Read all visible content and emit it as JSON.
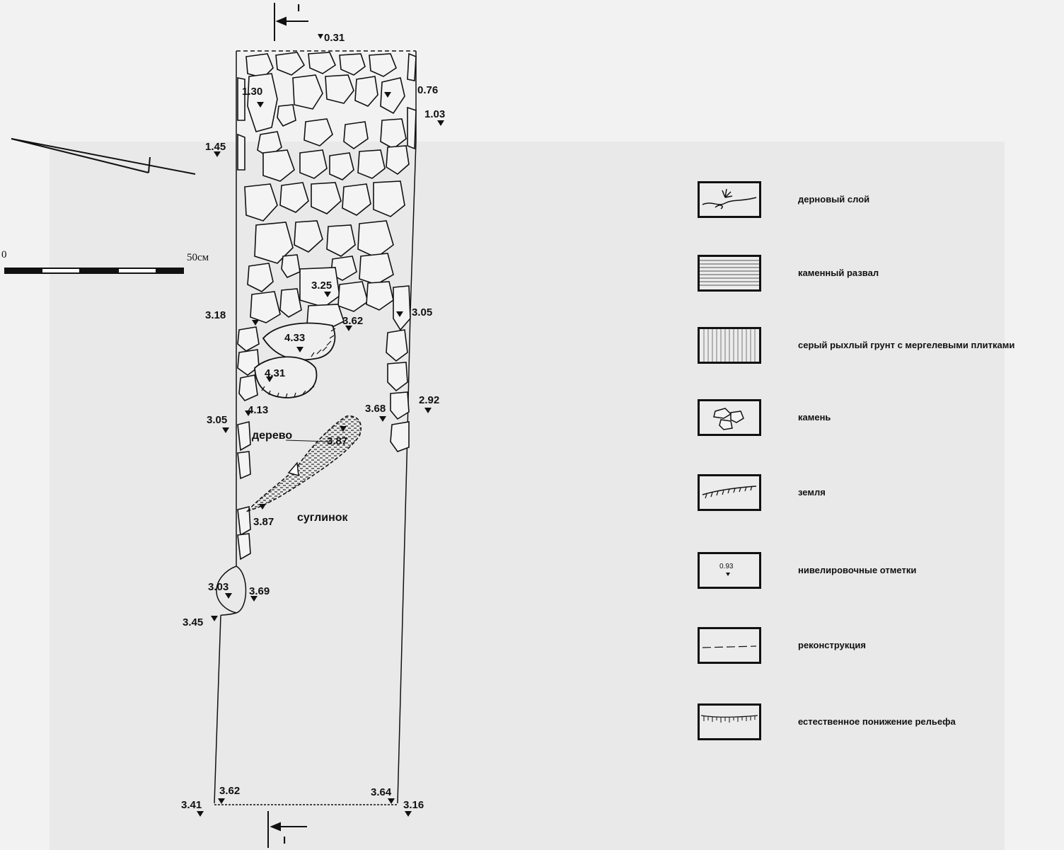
{
  "section_marker": {
    "label": "I"
  },
  "scale": {
    "start": "0",
    "end": "50см"
  },
  "elevations": {
    "top": "0.31",
    "e130": "1.30",
    "e076": "0.76",
    "e103": "1.03",
    "e145": "1.45",
    "e325": "3.25",
    "e318": "3.18",
    "e362a": "3.62",
    "e305a": "3.05",
    "e433": "4.33",
    "e431": "4.31",
    "e413": "4.13",
    "e305b": "3.05",
    "e368": "3.68",
    "e292": "2.92",
    "e387a": "3.87",
    "e387b": "3.87",
    "e303": "3.03",
    "e369": "3.69",
    "e345": "3.45",
    "e362b": "3.62",
    "e341": "3.41",
    "e364": "3.64",
    "e316": "3.16"
  },
  "annotations": {
    "wood": "дерево",
    "loam": "суглинок"
  },
  "legend": {
    "items": [
      {
        "label": "дерновый слой"
      },
      {
        "label": "каменный развал"
      },
      {
        "label": "серый рыхлый грунт с мергелевыми плитками"
      },
      {
        "label": "камень"
      },
      {
        "label": "земля"
      },
      {
        "label": "нивелировочные отметки",
        "sample": "0.93"
      },
      {
        "label": "реконструкция"
      },
      {
        "label": "естественное понижение рельефа"
      }
    ]
  }
}
